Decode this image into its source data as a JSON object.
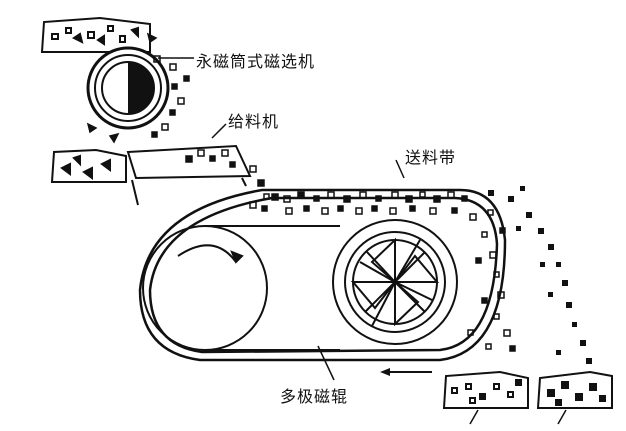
{
  "labels": {
    "permanent_drum_separator": "永磁筒式磁选机",
    "feeder": "给料机",
    "conveyor_belt": "送料带",
    "multipole_roller": "多极磁辊"
  },
  "colors": {
    "ink": "#111111",
    "background": "#ffffff"
  }
}
